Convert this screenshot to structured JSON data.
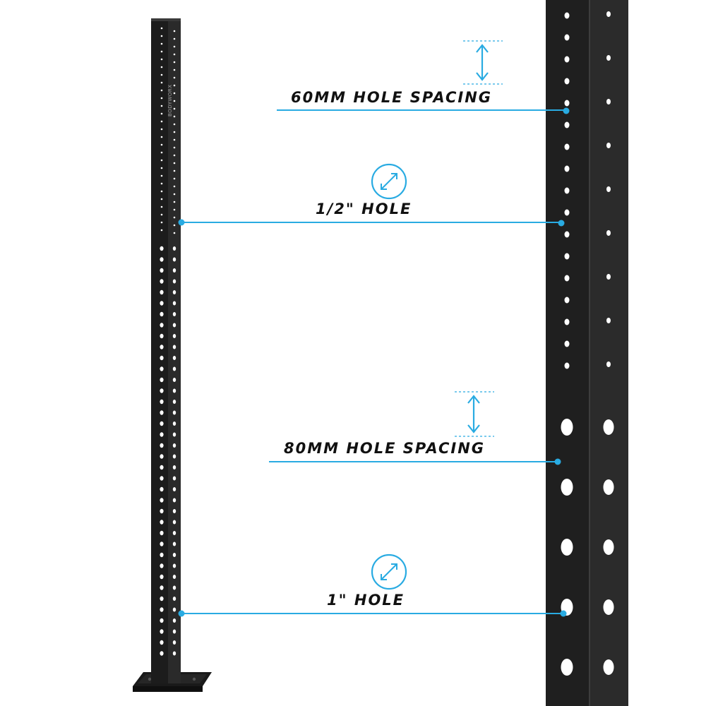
{
  "labels": {
    "hole_spacing_60": "60MM HOLE SPACING",
    "hole_half_inch": "1/2\" HOLE",
    "hole_spacing_80": "80MM HOLE SPACING",
    "hole_one_inch": "1\" HOLE"
  },
  "brand_text": "BODYWORX",
  "colors": {
    "accent": "#29abe2",
    "upright": "#1c1c1c",
    "upright_side": "#2a2a2a",
    "hole": "#ffffff",
    "label_text": "#111111"
  },
  "icons": {
    "spacing_indicator": "double-arrow-vertical-icon",
    "hole_size_indicator": "diagonal-resize-icon"
  }
}
